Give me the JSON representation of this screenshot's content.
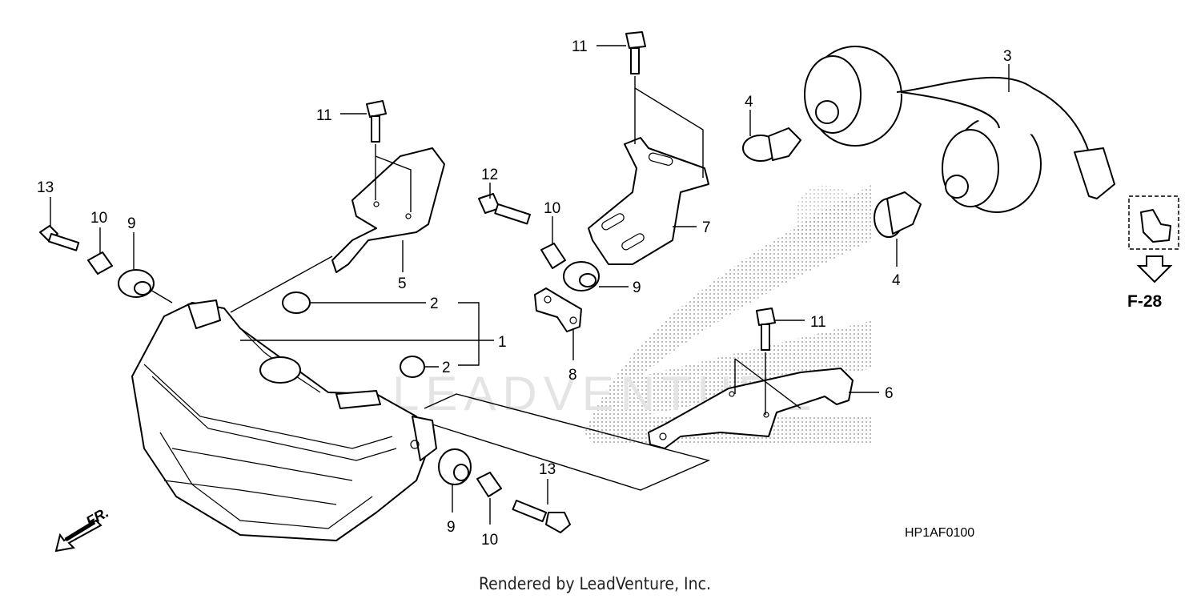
{
  "diagram": {
    "callouts": [
      {
        "id": "c1",
        "label": "1"
      },
      {
        "id": "c2a",
        "label": "2"
      },
      {
        "id": "c2b",
        "label": "2"
      },
      {
        "id": "c3",
        "label": "3"
      },
      {
        "id": "c4a",
        "label": "4"
      },
      {
        "id": "c4b",
        "label": "4"
      },
      {
        "id": "c5",
        "label": "5"
      },
      {
        "id": "c6",
        "label": "6"
      },
      {
        "id": "c7",
        "label": "7"
      },
      {
        "id": "c8",
        "label": "8"
      },
      {
        "id": "c9a",
        "label": "9"
      },
      {
        "id": "c9b",
        "label": "9"
      },
      {
        "id": "c9c",
        "label": "9"
      },
      {
        "id": "c10a",
        "label": "10"
      },
      {
        "id": "c10b",
        "label": "10"
      },
      {
        "id": "c10c",
        "label": "10"
      },
      {
        "id": "c11a",
        "label": "11"
      },
      {
        "id": "c11b",
        "label": "11"
      },
      {
        "id": "c11c",
        "label": "11"
      },
      {
        "id": "c12",
        "label": "12"
      },
      {
        "id": "c13a",
        "label": "13"
      },
      {
        "id": "c13b",
        "label": "13"
      }
    ],
    "reference_label": "F-28",
    "front_label": "FR.",
    "diagram_code": "HP1AF0100",
    "watermark": "LEADVENTURE",
    "credit": "Rendered by LeadVenture, Inc."
  }
}
